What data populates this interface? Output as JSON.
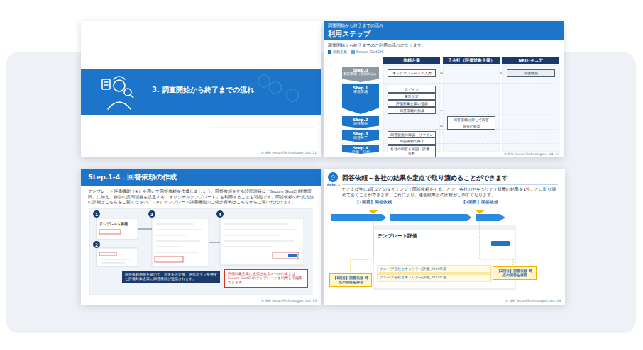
{
  "diagram": {
    "nodes": [
      {
        "text": [
          "3. 調査開始から終了までの流れ",
          "© NRI SecureTechnologies, Ltd. 21"
        ]
      },
      {
        "text": [
          "調査開始から終了までの流れ",
          "利用ステップ",
          "調査開始から終了までのご利用の流れになります。",
          "© NRI SecureTechnologies, Ltd. 22"
        ]
      },
      {
        "text": [
          "依頼企業"
        ],
        "in": 1
      },
      {
        "text": [
          "子会社（評価対象企業）"
        ],
        "in": 1
      },
      {
        "text": [
          "NRIセキュア"
        ],
        "in": 1
      },
      {
        "text": [
          "Step.0",
          "事前準備（初回のみ）"
        ],
        "in": 1
      },
      {
        "text": [
          "Step.1",
          "事前準備"
        ],
        "in": 1
      },
      {
        "text": [
          "Step.2",
          "回答開始"
        ],
        "in": 1
      },
      {
        "text": [
          "Step.3",
          "回答終了"
        ],
        "in": 1
      },
      {
        "text": [
          "Step.4",
          "評価・分析"
        ],
        "in": 1
      },
      {
        "text": [
          "キックオフシートの入力"
        ],
        "in": 1
      },
      {
        "text": [
          "環境構築"
        ],
        "in": 1
      },
      {
        "text": [
          "ログイン"
        ],
        "in": 1
      },
      {
        "text": [
          "集計設定"
        ],
        "in": 1
      },
      {
        "text": [
          "評価対象企業の登録"
        ],
        "in": 1
      },
      {
        "text": [
          "回答依頼の作成"
        ],
        "in": 1
      },
      {
        "text": [
          "回答依頼に対して回答"
        ],
        "in": 1
      },
      {
        "text": [
          "回答の提出"
        ],
        "in": 1
      },
      {
        "text": [
          "回答状況の確認・リマインド"
        ],
        "in": 1
      },
      {
        "text": [
          "回答依頼の終了"
        ],
        "in": 1
      },
      {
        "text": [
          "各社の回答を確認・評価・分析"
        ],
        "in": 1
      },
      {
        "text": [
          "Step.1-4．回答依頼の作成",
          "テンプレート評価機能（※）を用いて回答依頼を作成しましょう。回答依頼をする設問項目は「Secure SketCH標準設問」に加え、独自の設問項目を設定する「オリジナルテンプレート」を利用することも可能です。回答依頼の作成方法の詳細はこちらをご覧ください。（※）テンプレート評価機能のご紹介資料はこちらからご覧いただけます。",
          "© NRI SecureTechnologies, Ltd. 23"
        ]
      },
      {
        "text": [
          "回答依頼画面を開いて、宛先を設定後、送信ボタンを押すと評価対象企業に回答依頼が送信されます。"
        ],
        "in": 21
      },
      {
        "text": [
          "評価対象企業に送信されるメールの本文はSecure SketCHのテンプレートを利用して編集できます。"
        ],
        "in": 21
      },
      {
        "text": [
          "回答依頼－各社の結果を定点で取り溜めることができます",
          "たとえば年に1度などのタイミングで回答依頼をすることで、各社のセキュリティ対策の結果を1件ごとに取り溜めておくことができます。これにより、過去結果との比較がしやすくなります。",
          "© NRI SecureTechnologies, Ltd. 24"
        ]
      },
      {
        "text": [
          "【1回目】回答依頼 時点の回答を保存"
        ],
        "in": 24
      },
      {
        "text": [
          "【2回目】回答依頼 時点の回答を保存"
        ],
        "in": 24
      }
    ],
    "edges": [
      {
        "from": 10,
        "to": 11,
        "arrow": "to"
      },
      {
        "from": 12,
        "to": 13,
        "arrow": "to"
      },
      {
        "from": 13,
        "to": 14,
        "arrow": "to"
      },
      {
        "from": 14,
        "to": 15,
        "arrow": "to"
      },
      {
        "from": 15,
        "to": 16,
        "arrow": "to"
      },
      {
        "from": 16,
        "to": 17,
        "arrow": "to"
      },
      {
        "from": 17,
        "to": 18,
        "arrow": "to"
      },
      {
        "from": 18,
        "to": 19,
        "arrow": "to"
      },
      {
        "from": 19,
        "to": 20,
        "arrow": "to"
      }
    ],
    "labels": [
      "Point 1",
      "1",
      "2",
      "3",
      "4",
      "テンプレート評価",
      "【1回目】回答依頼",
      "【2回目】回答依頼",
      "テンプレート評価",
      "グループ会社セキュリティ評価_2024年度",
      "グループ会社セキュリティ評価_2023年度"
    ],
    "legend": [
      {
        "text": "依頼企業",
        "color": "#1f6fc5"
      },
      {
        "text": "Secure SketCH",
        "color": "#5fa8e8"
      }
    ]
  }
}
